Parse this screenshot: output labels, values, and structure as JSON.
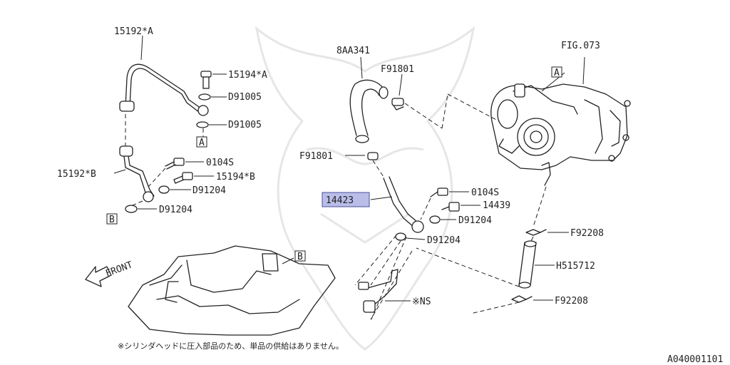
{
  "labels": {
    "p15192a": "15192*A",
    "p15194a": "15194*A",
    "d91005a": "D91005",
    "d91005b": "D91005",
    "refA_left": "A",
    "p0104s_left": "0104S",
    "p15192b": "15192*B",
    "p15194b": "15194*B",
    "d91204_a": "D91204",
    "refB_left": "B",
    "d91204_b": "D91204",
    "p8aa341": "8AA341",
    "f91801_top": "F91801",
    "f91801_mid": "F91801",
    "p14423": "14423",
    "p0104s_right": "0104S",
    "p14439": "14439",
    "d91204_c": "D91204",
    "d91204_d": "D91204",
    "fig073": "FIG.073",
    "refA_right": "A",
    "f92208_top": "F92208",
    "h515712": "H515712",
    "f92208_bot": "F92208",
    "refB_right": "B",
    "front": "FRONT",
    "ns": "※NS"
  },
  "footnote": "※シリンダヘッドに圧入部品のため、単品の供給はありません。",
  "diagram_id": "A040001101",
  "highlight_color": "#b9bde8"
}
